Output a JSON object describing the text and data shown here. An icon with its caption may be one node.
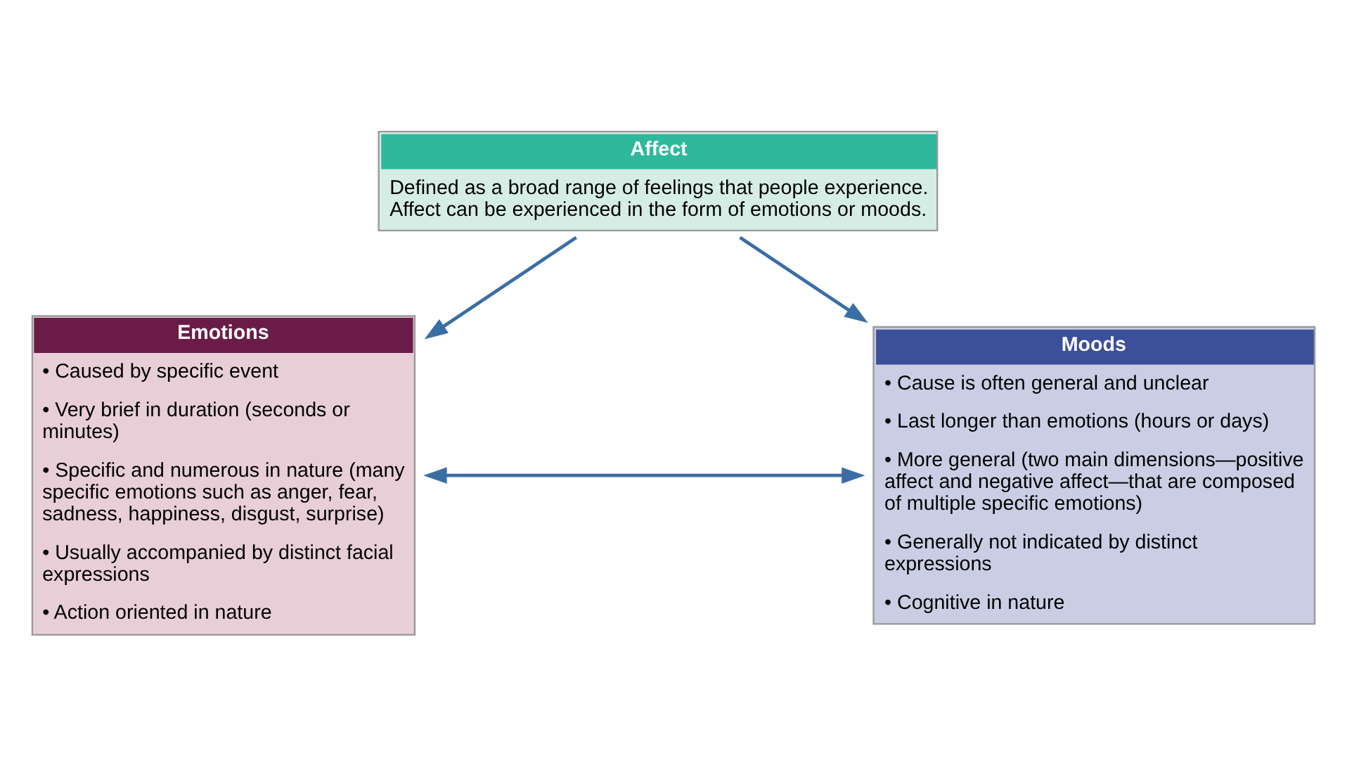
{
  "diagram": {
    "nodes": [
      {
        "text": [
          "Affect",
          "Defined as a broad range of feelings that people experience. Affect can be experienced in the form of emotions or moods."
        ]
      },
      {
        "text": [
          "Emotions",
          "• Caused by specific event",
          "• Very brief in duration (seconds or minutes)",
          "• Specific and numerous in nature (many specific emotions such as anger, fear, sadness, happiness, disgust, surprise)",
          "• Usually accompanied by distinct facial expressions",
          "• Action oriented in nature"
        ]
      },
      {
        "text": [
          "Moods",
          "• Cause is often general and unclear",
          "• Last longer than emotions (hours or days)",
          "• More general (two main dimensions—positive affect and negative affect—that are composed of multiple specific emotions)",
          "• Generally not indicated by distinct expressions",
          "• Cognitive in nature"
        ]
      }
    ],
    "edges": [
      {
        "from": 0,
        "to": 1,
        "arrow": "to"
      },
      {
        "from": 0,
        "to": 2,
        "arrow": "to"
      },
      {
        "from": 1,
        "to": 2,
        "arrow": "both"
      }
    ]
  }
}
